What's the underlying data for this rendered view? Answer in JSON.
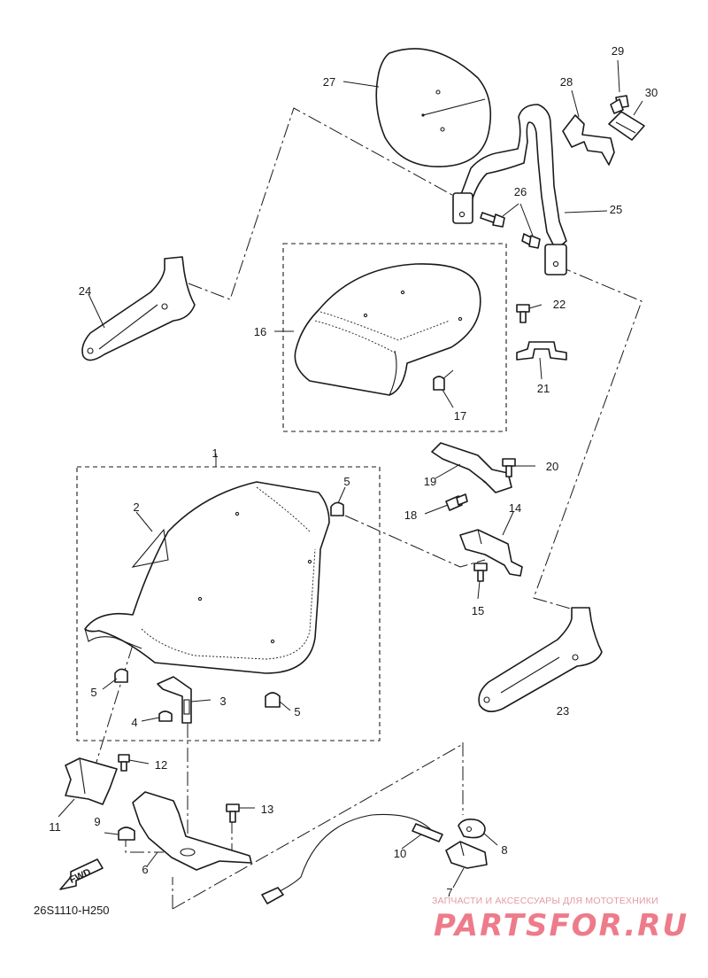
{
  "diagram": {
    "code": "26S1110-H250",
    "fwd_label": "FWD",
    "callouts": {
      "c1": "1",
      "c2": "2",
      "c3": "3",
      "c4": "4",
      "c5a": "5",
      "c5b": "5",
      "c5c": "5",
      "c6": "6",
      "c7": "7",
      "c8": "8",
      "c9": "9",
      "c10": "10",
      "c11": "11",
      "c12": "12",
      "c13": "13",
      "c14": "14",
      "c15": "15",
      "c16": "16",
      "c17": "17",
      "c18": "18",
      "c19": "19",
      "c20": "20",
      "c21": "21",
      "c22": "22",
      "c23": "23",
      "c24": "24",
      "c25": "25",
      "c26": "26",
      "c27": "27",
      "c28": "28",
      "c29": "29",
      "c30": "30"
    }
  },
  "watermark": {
    "tagline": "ЗАПЧАСТИ И АКСЕССУАРЫ ДЛЯ МОТОТЕХНИКИ",
    "logo_text": "PARTSFOR.RU",
    "color": "#ee7b8a"
  }
}
